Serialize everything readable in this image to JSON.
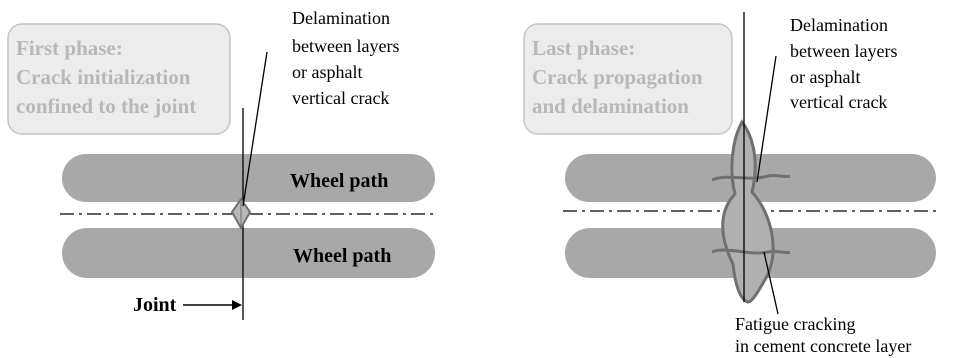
{
  "colors": {
    "phase_box_fill": "#ececec",
    "phase_box_stroke": "#c4c4c4",
    "phase_text": "#b8b8b8",
    "wheel_path_fill": "#a8a8a8",
    "crack_fill": "#b0b0b0",
    "crack_stroke": "#707070",
    "line": "#000000"
  },
  "left_panel": {
    "phase_title": [
      "First phase:",
      "Crack initialization",
      "confined to the joint"
    ],
    "delamination_note": [
      "Delamination",
      "between layers",
      "or asphalt",
      "vertical crack"
    ],
    "wheel_path_top": "Wheel path",
    "wheel_path_bottom": "Wheel path",
    "joint_label": "Joint"
  },
  "right_panel": {
    "phase_title": [
      "Last phase:",
      "Crack propagation",
      "and delamination"
    ],
    "delamination_note": [
      "Delamination",
      "between layers",
      "or asphalt",
      "vertical crack"
    ],
    "fatigue_note": [
      "Fatigue cracking",
      "in cement concrete layer"
    ]
  }
}
